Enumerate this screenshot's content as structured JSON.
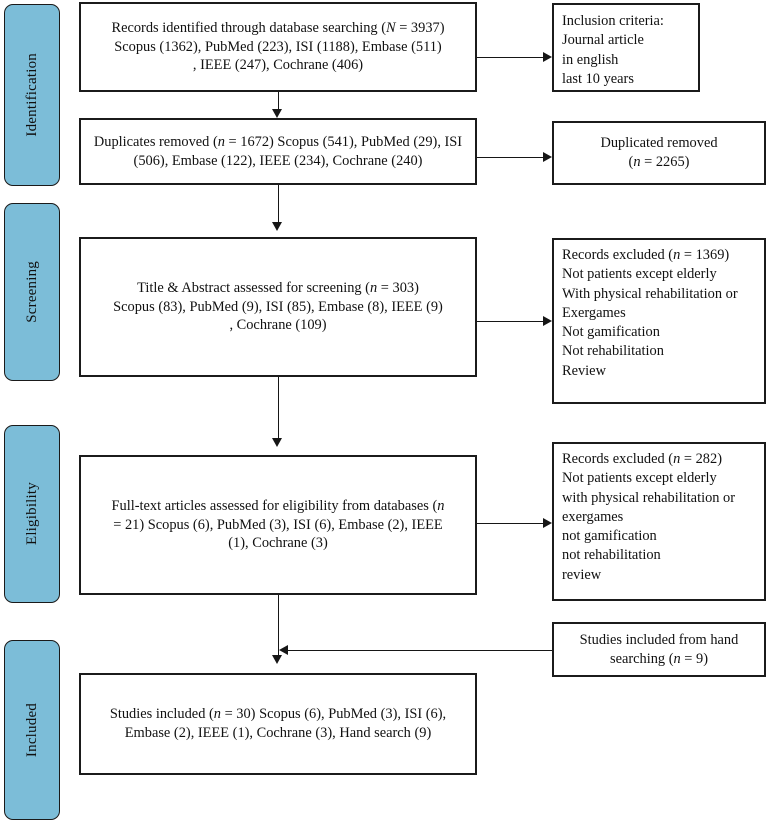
{
  "diagram": {
    "title": "PRISMA flow diagram",
    "accent_color": "#7CBDD8",
    "line_color": "#161616",
    "box_border_color": "#1b1b1b",
    "background_color": "#ffffff"
  },
  "stages": [
    {
      "id": "identification",
      "label": "Identification"
    },
    {
      "id": "screening",
      "label": "Screening"
    },
    {
      "id": "eligibility",
      "label": "Eligibility"
    },
    {
      "id": "included",
      "label": "Included"
    }
  ],
  "boxes": {
    "records_identified": {
      "line1": "Records identified through database searching (",
      "n_symbol": "N",
      "line1_tail": " = 3937)",
      "line2": "Scopus (1362), PubMed (223), ISI (1188), Embase (511)",
      "line3": ", IEEE (247), Cochrane (406)"
    },
    "inclusion_criteria": {
      "line1": "Inclusion criteria:",
      "line2": "Journal article",
      "line3": "in english",
      "line4": "last 10 years"
    },
    "duplicates_removed": {
      "pre": "Duplicates removed (",
      "n_symbol": "n",
      "mid": " = 1672) Scopus (541), PubMed (29), ISI (506), Embase (122), IEEE (234), Cochrane (240)"
    },
    "duplicated_removed_right": {
      "line1": "Duplicated removed",
      "n_symbol": "n",
      "line2_pre": "(",
      "line2_tail": " = 2265)"
    },
    "title_abstract_screened": {
      "pre": "Title & Abstract assessed for screening (",
      "n_symbol": "n",
      "mid": " = 303)",
      "line2": "Scopus (83), PubMed (9), ISI (85), Embase (8), IEEE (9)",
      "line3": ", Cochrane (109)"
    },
    "records_excluded_screening": {
      "line1_pre": "Records excluded (",
      "n_symbol": "n",
      "line1_tail": " = 1369)",
      "line2": "Not patients except elderly",
      "line3": "With physical rehabilitation or Exergames",
      "line4": "Not gamification",
      "line5": "Not rehabilitation",
      "line6": "Review"
    },
    "fulltext_eligibility": {
      "line1": "Full-text articles assessed for eligibility from databases (",
      "n_symbol": "n",
      "line1_tail": " = 21) Scopus (6), PubMed (3), ISI (6), Embase (2), IEEE (1), Cochrane (3)"
    },
    "records_excluded_eligibility": {
      "line1_pre": "Records excluded (",
      "n_symbol": "n",
      "line1_tail": " = 282)",
      "line2": "Not patients except elderly",
      "line3": "with physical rehabilitation or exergames",
      "line4": "not gamification",
      "line5": "not rehabilitation",
      "line6": "review"
    },
    "hand_searching": {
      "line1": "Studies included from hand searching (",
      "n_symbol": "n",
      "line1_tail": " = 9)"
    },
    "studies_included": {
      "pre": "Studies included (",
      "n_symbol": "n",
      "mid": " = 30) Scopus (6), PubMed (3), ISI (6), Embase (2), IEEE (1), Cochrane (3), Hand search (9)"
    }
  }
}
